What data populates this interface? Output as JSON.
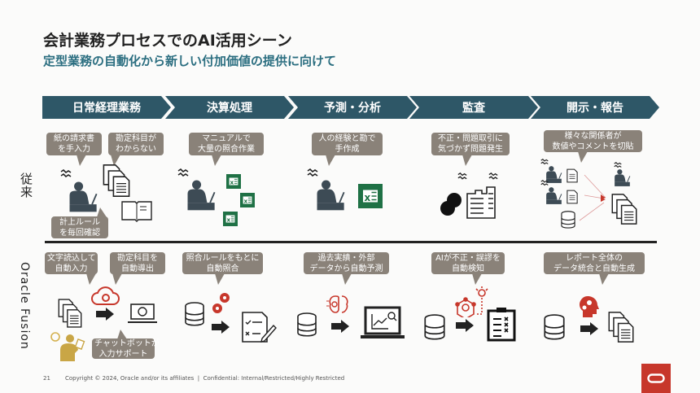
{
  "header": {
    "title": "会計業務プロセスでのAI活用シーン",
    "subtitle": "定型業務の自動化から新しい付加価値の提供に向けて"
  },
  "process_steps": [
    "日常経理業務",
    "決算処理",
    "予測・分析",
    "監査",
    "開示・報告"
  ],
  "rows": {
    "current_label": "従来",
    "fusion_label": "Oracle Fusion"
  },
  "current_bubbles": [
    [
      "紙の請求書",
      "を手入力"
    ],
    [
      "勘定科目が",
      "わからない"
    ],
    [
      "計上ルール",
      "を毎回確認"
    ],
    [
      "マニュアルで",
      "大量の照合作業"
    ],
    [
      "人の経験と勘で",
      "手作成"
    ],
    [
      "不正・問題取引に",
      "気づかず問題発生"
    ],
    [
      "様々な関係者が",
      "数値やコメントを切貼"
    ]
  ],
  "fusion_bubbles": [
    [
      "文字読込して",
      "自動入力"
    ],
    [
      "勘定科目を",
      "自動導出"
    ],
    [
      "チャットボットが",
      "入力サポート"
    ],
    [
      "照合ルールをもとに",
      "自動照合"
    ],
    [
      "過去実績・外部",
      "データから自動予測"
    ],
    [
      "AIが不正・誤謬を",
      "自動検知"
    ],
    [
      "レポート全体の",
      "データ統合と自動生成"
    ]
  ],
  "footer": {
    "page_number": "21",
    "copyright": "Copyright © 2024, Oracle and/or its affiliates  |  Confidential: Internal/Restricted/Highly Restricted"
  },
  "colors": {
    "chevron": "#2e5767",
    "subtitle": "#2b6e80",
    "bubble": "#8a8279",
    "accent_red": "#c7372b",
    "excel_green": "#1f7145",
    "person": "#3d4b55"
  }
}
